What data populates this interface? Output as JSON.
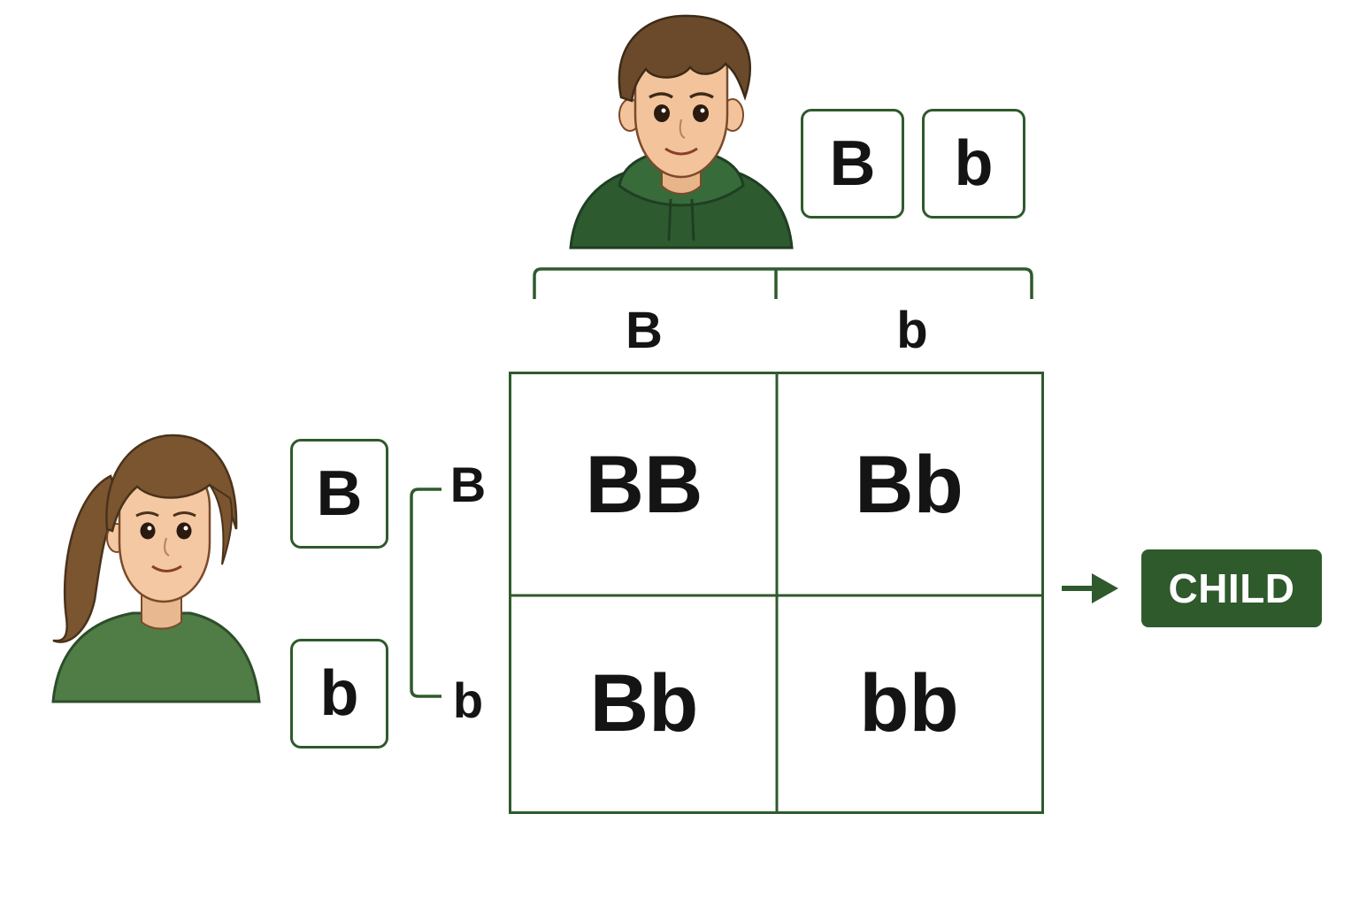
{
  "father": {
    "alleles": [
      "B",
      "b"
    ],
    "shirt_color": "#2e5a30",
    "hair_color": "#6b4a2c",
    "skin_color": "#f3c49c"
  },
  "mother": {
    "alleles": [
      "B",
      "b"
    ],
    "shirt_color": "#4f7d45",
    "hair_color": "#7a5530",
    "skin_color": "#f4c8a2"
  },
  "punnett": {
    "column_headers": [
      "B",
      "b"
    ],
    "row_headers": [
      "B",
      "b"
    ],
    "cells": [
      [
        "BB",
        "Bb"
      ],
      [
        "Bb",
        "bb"
      ]
    ]
  },
  "result": {
    "label": "CHILD"
  },
  "colors": {
    "accent": "#2f5a2c",
    "text": "#141414",
    "background": "#ffffff"
  }
}
